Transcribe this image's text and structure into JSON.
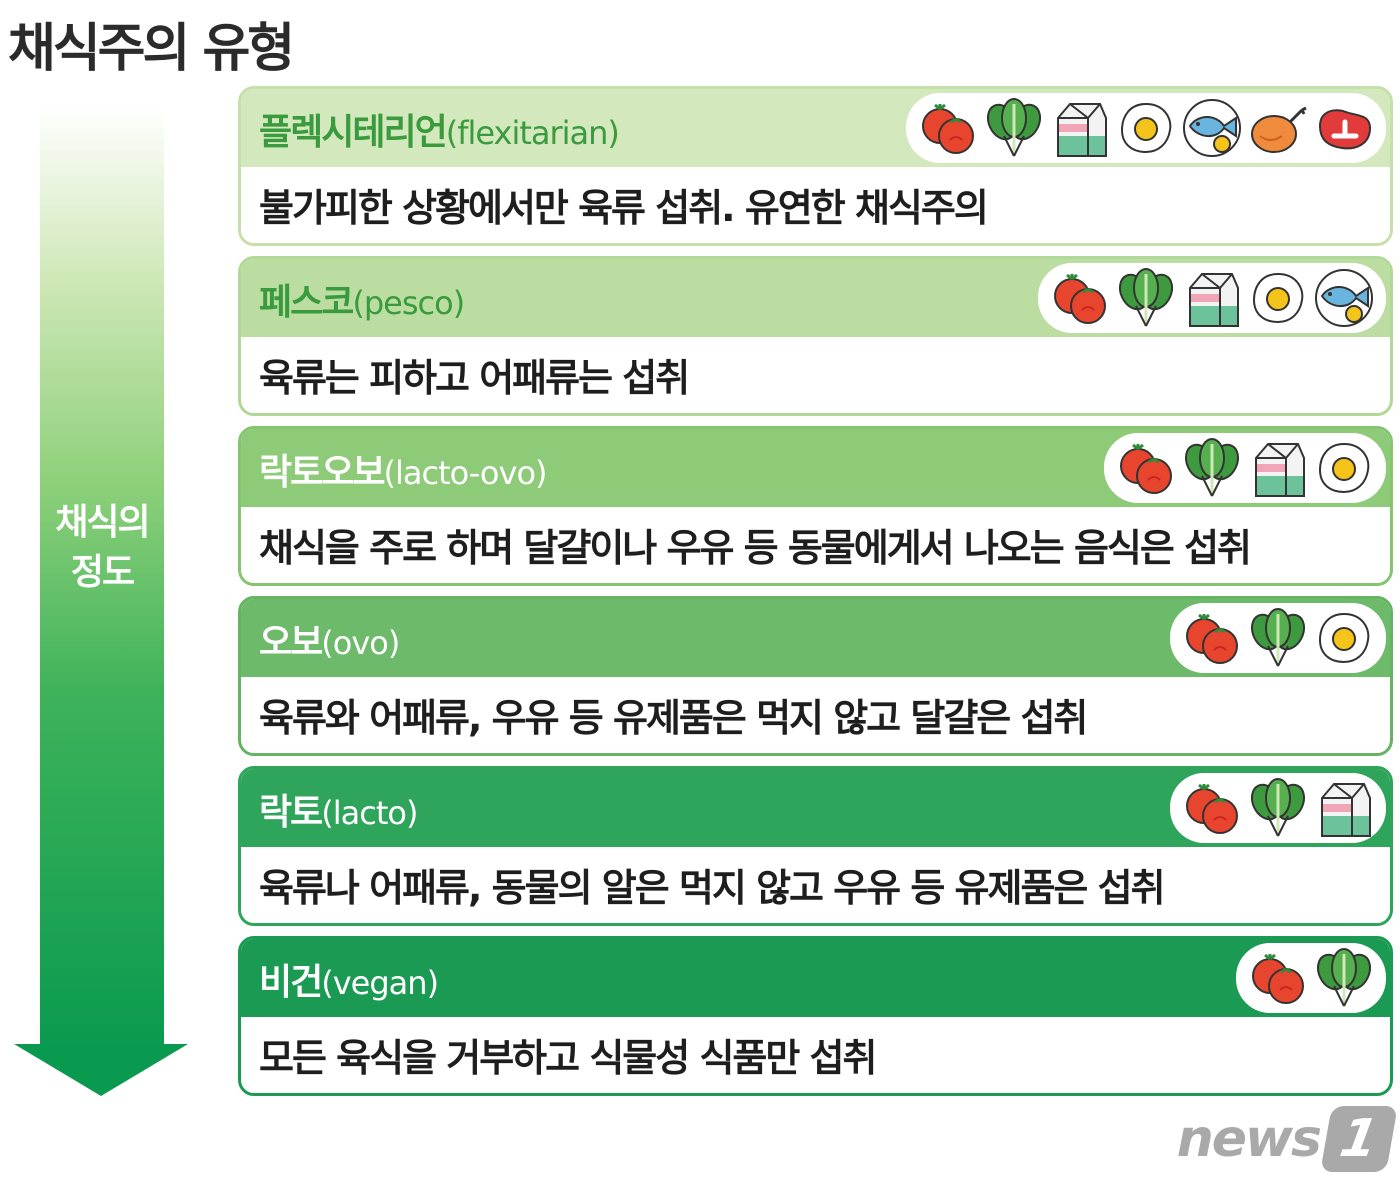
{
  "title": "채식주의 유형",
  "arrow": {
    "label": "채식의\n정도"
  },
  "types": [
    {
      "name": "플렉시테리언",
      "name_en": "(flexitarian)",
      "desc": "불가피한 상황에서만 육류 섭취. 유연한 채식주의",
      "header_color": "#d3e8bd",
      "border_color": "#c5e0ab",
      "name_color": "#3a9a3e",
      "foods": [
        "tomato-icon",
        "spinach-icon",
        "milk-carton-icon",
        "egg-icon",
        "fish-icon",
        "chicken-icon",
        "meat-icon"
      ]
    },
    {
      "name": "페스코",
      "name_en": "(pesco)",
      "desc": "육류는 피하고 어패류는 섭취",
      "header_color": "#bcdda2",
      "border_color": "#b2d897",
      "name_color": "#3a9a3e",
      "foods": [
        "tomato-icon",
        "spinach-icon",
        "milk-carton-icon",
        "egg-icon",
        "fish-icon"
      ]
    },
    {
      "name": "락토오보",
      "name_en": "(lacto-ovo)",
      "desc": "채식을 주로 하며 달걀이나 우유 등 동물에게서 나오는 음식은 섭취",
      "header_color": "#8ecb78",
      "border_color": "#86c472",
      "name_color": "#ffffff",
      "foods": [
        "tomato-icon",
        "spinach-icon",
        "milk-carton-icon",
        "egg-icon"
      ]
    },
    {
      "name": "오보",
      "name_en": "(ovo)",
      "desc": "육류와 어패류, 우유 등 유제품은 먹지 않고 달걀은 섭취",
      "header_color": "#6dba6a",
      "border_color": "#66b463",
      "name_color": "#ffffff",
      "foods": [
        "tomato-icon",
        "spinach-icon",
        "egg-icon"
      ]
    },
    {
      "name": "락토",
      "name_en": "(lacto)",
      "desc": "육류나 어패류, 동물의 알은 먹지 않고 우유 등 유제품은 섭취",
      "header_color": "#2fa55c",
      "border_color": "#2fa55c",
      "name_color": "#ffffff",
      "foods": [
        "tomato-icon",
        "spinach-icon",
        "milk-carton-icon"
      ]
    },
    {
      "name": "비건",
      "name_en": "(vegan)",
      "desc": "모든 육식을 거부하고 식물성 식품만 섭취",
      "header_color": "#1a9a52",
      "border_color": "#1a9a52",
      "name_color": "#ffffff",
      "foods": [
        "tomato-icon",
        "spinach-icon"
      ]
    }
  ],
  "logo": {
    "text": "news",
    "mark": "1"
  }
}
